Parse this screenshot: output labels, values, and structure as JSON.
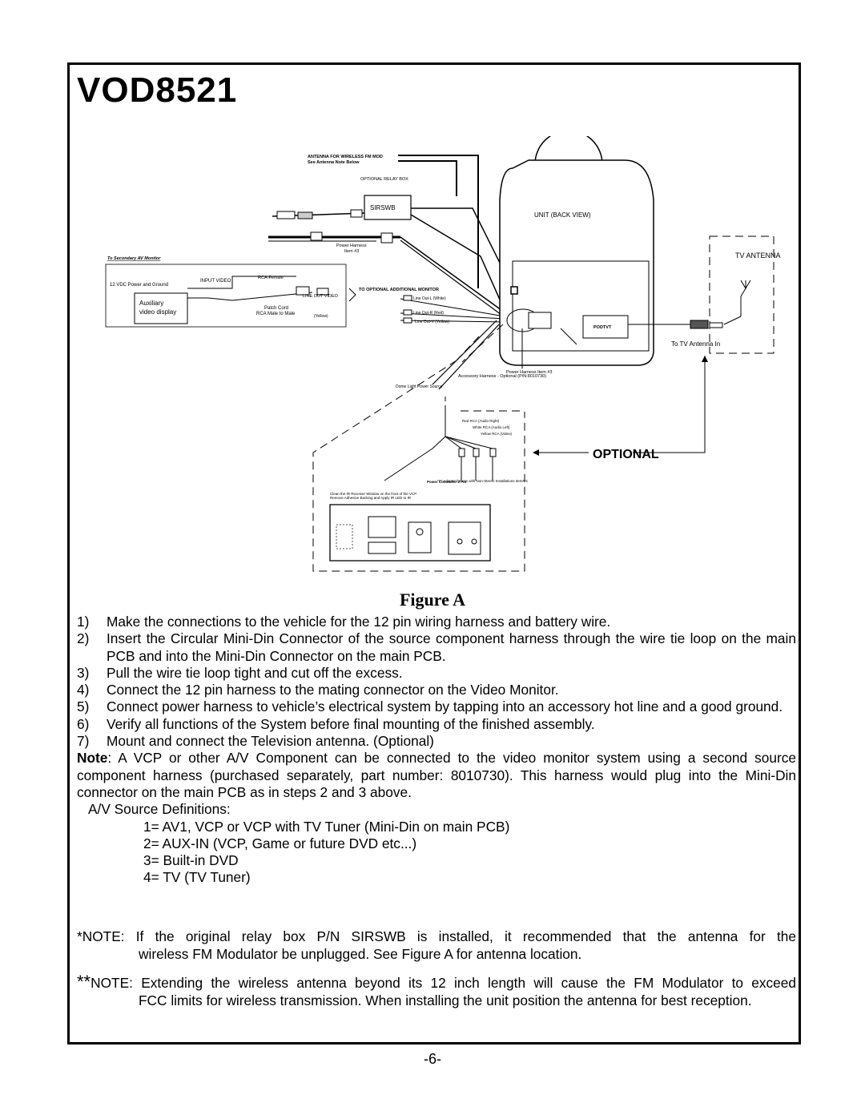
{
  "model_title": "VOD8521",
  "diagram": {
    "antenna_note_1": "ANTENNA FOR WIRELESS FM MOD",
    "antenna_note_2": "See Antenna Note Below",
    "relay_box_title": "OPTIONAL RELAY BOX",
    "relay_box_model": "SIRSWB",
    "unit_label": "UNIT (BACK VIEW)",
    "power_harness_top": "Power Harness",
    "power_harness_top_item": "Item #3",
    "secondary_monitor": "To Secondary AV Monitor",
    "vdc_power": "12 VDC Power and Ground",
    "input_video": "INPUT VIDEO",
    "rca_female": "RCA-Female",
    "line_out_video": "LINE OUT VIDEO",
    "yellow": "(Yellow)",
    "auxiliary": "Auxiliary",
    "video_display": "video display",
    "patch_cord": "Patch Cord",
    "rca_male": "RCA Male to Male",
    "to_optional_monitor": "TO OPTIONAL ADDITIONAL MONITOR",
    "line_out_l": "Line Out-L (White)",
    "line_out_r": "Line Out-R (Red)",
    "line_out_v": "Line Out-V (Yellow)",
    "tv_antenna": "TV ANTENNA",
    "podtvt": "PODTVT",
    "to_tv_antenna_in": "To TV Antenna In",
    "dome_light": "Dome Light Power Source",
    "accessory_harness": "Accessory Harness - Optional (P/N:8010730)",
    "power_harness_bottom": "Power Harness Item #3",
    "red_rca": "Red RCA (Audio Right)",
    "white_rca": "White RCA (Audio Left)",
    "yellow_rca": "Yellow RCA (Video)",
    "optional": "OPTIONAL",
    "ir_note_1": "Clean the IR Receiver Window on the front of the VCP",
    "ir_note_2": "Remove Adhesive Backing and Apply IR LED to IR",
    "y_adapter": "\"Y\" Adapter for use with Non-Stereo Installations Item# 5",
    "power_connector": "Power Connector 2 Pin"
  },
  "figure_caption": "Figure A",
  "steps": [
    {
      "num": "1)",
      "text": "Make the connections to the vehicle for the 12 pin wiring harness and battery wire."
    },
    {
      "num": "2)",
      "text": "Insert the Circular Mini-Din Connector of the source component harness through the wire tie loop on the main PCB and into the Mini-Din Connector on the main PCB."
    },
    {
      "num": "3)",
      "text": "Pull the wire tie loop tight and cut off the excess."
    },
    {
      "num": "4)",
      "text": "Connect the 12 pin harness to the mating connector on the Video Monitor."
    },
    {
      "num": "5)",
      "text": "Connect power harness to vehicle’s electrical system by tapping into an accessory hot line and a good ground."
    },
    {
      "num": "6)",
      "text": "Verify all functions of the System before final mounting of the finished assembly."
    },
    {
      "num": "7)",
      "text": "Mount and connect the Television antenna. (Optional)"
    }
  ],
  "note_label": "Note",
  "note_text": ":  A VCP or other A/V Component can be connected to the video monitor system using a second source component harness (purchased separately, part number: 8010730).  This harness would plug into the Mini-Din connector on the main PCB as in steps 2 and 3 above.",
  "av_heading": "A/V Source Definitions:",
  "av_defs": [
    "1= AV1, VCP or VCP with TV Tuner (Mini-Din on main PCB)",
    "2= AUX-IN (VCP, Game or future DVD etc...)",
    "3= Built-in DVD",
    "4= TV (TV Tuner)"
  ],
  "footnote1_head": "*NOTE: If the original relay box P/N SIRSWB is installed, it recommended that the antenna for the",
  "footnote1_cont": "wireless FM Modulator be unplugged.  See Figure A for antenna location.",
  "footnote2_stars": "**",
  "footnote2_head": "NOTE: Extending the wireless antenna beyond its 12 inch length will cause the FM Modulator to exceed",
  "footnote2_cont": "FCC limits for wireless transmission.   When installing the unit position the antenna for best reception.",
  "page_number": "-6-"
}
